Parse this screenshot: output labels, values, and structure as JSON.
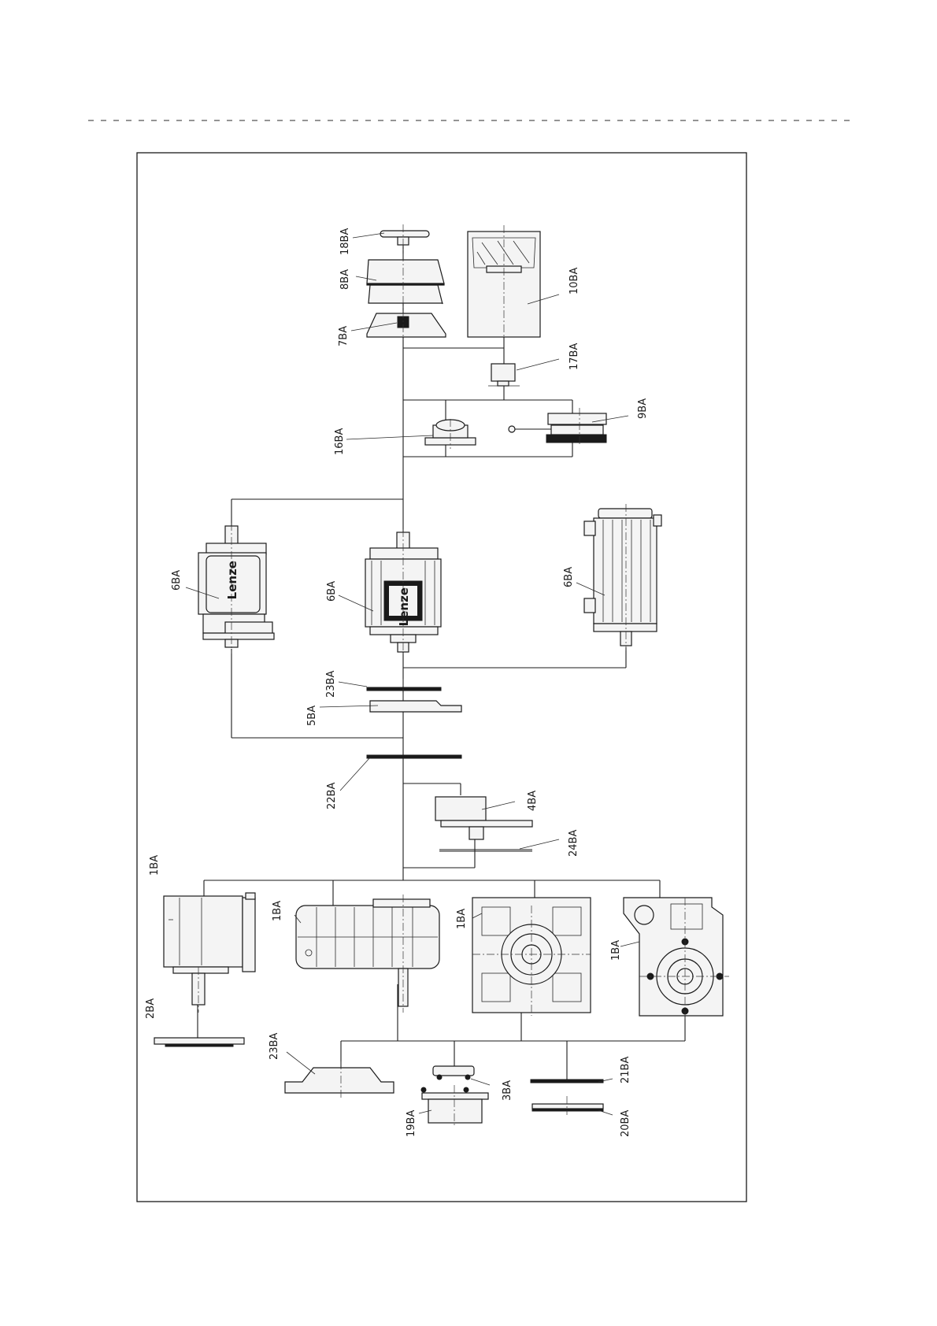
{
  "brand": "Lenze",
  "labels": {
    "l18BA": "18BA",
    "l8BA": "8BA",
    "l7BA": "7BA",
    "l10BA": "10BA",
    "l17BA": "17BA",
    "l9BA": "9BA",
    "l16BA": "16BA",
    "l6BA_a": "6BA",
    "l6BA_b": "6BA",
    "l6BA_c": "6BA",
    "l23BA_a": "23BA",
    "l5BA": "5BA",
    "l22BA": "22BA",
    "l4BA": "4BA",
    "l24BA": "24BA",
    "l1BA_a": "1BA",
    "l1BA_b": "1BA",
    "l1BA_c": "1BA",
    "l1BA_d": "1BA",
    "l2BA": "2BA",
    "l23BA_b": "23BA",
    "l3BA": "3BA",
    "l19BA": "19BA",
    "l21BA": "21BA",
    "l20BA": "20BA"
  }
}
